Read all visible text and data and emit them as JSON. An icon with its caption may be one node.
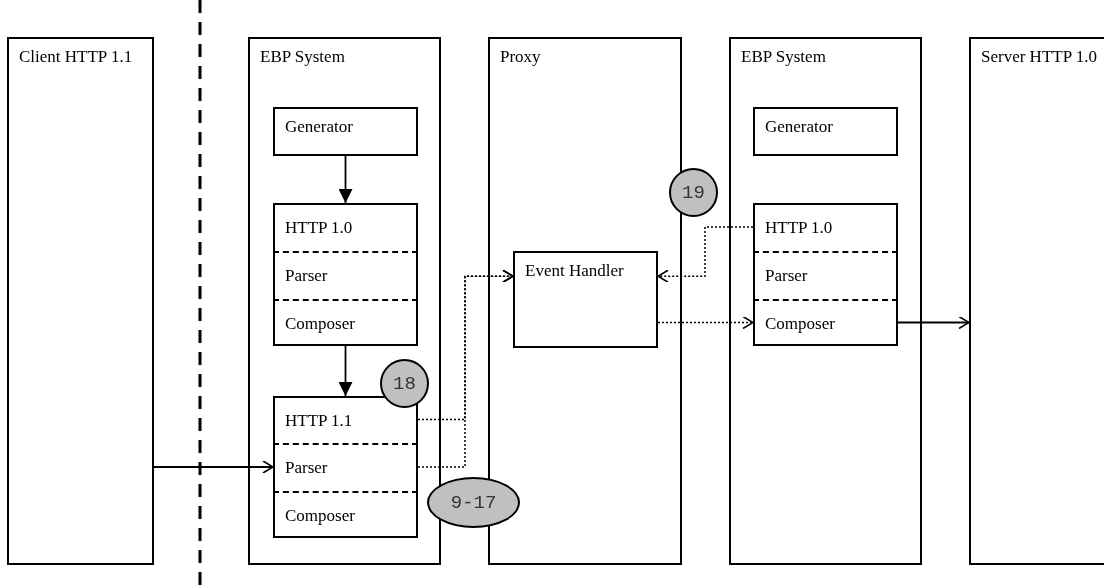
{
  "diagram": {
    "nodes": [
      {
        "text": [
          "Client HTTP 1.1"
        ]
      },
      {
        "text": [
          "EBP System"
        ]
      },
      {
        "text": [
          "Generator"
        ],
        "in": 1
      },
      {
        "text": [],
        "shape": "box",
        "in": 1
      },
      {
        "text": [
          "HTTP 1.0"
        ],
        "in": 3
      },
      {
        "text": [
          "Parser"
        ],
        "in": 3
      },
      {
        "text": [
          "Composer"
        ],
        "in": 3
      },
      {
        "text": [],
        "shape": "box",
        "in": 1
      },
      {
        "text": [
          "HTTP 1.1"
        ],
        "in": 7
      },
      {
        "text": [
          "Parser"
        ],
        "in": 7
      },
      {
        "text": [
          "Composer"
        ],
        "in": 7
      },
      {
        "text": [
          "Proxy"
        ]
      },
      {
        "text": [
          "Event Handler"
        ],
        "in": 11
      },
      {
        "text": [
          "EBP System"
        ]
      },
      {
        "text": [
          "Generator"
        ],
        "in": 13
      },
      {
        "text": [],
        "shape": "box",
        "in": 13
      },
      {
        "text": [
          "HTTP 1.0"
        ],
        "in": 15
      },
      {
        "text": [
          "Parser"
        ],
        "in": 15
      },
      {
        "text": [
          "Composer"
        ],
        "in": 15
      },
      {
        "text": [
          "Server HTTP 1.0"
        ]
      },
      {
        "text": [
          "18"
        ],
        "in": 1
      },
      {
        "text": [
          "19"
        ]
      },
      {
        "text": [
          "9-17"
        ]
      }
    ],
    "edges": [
      {
        "from": 2,
        "to": 4,
        "arrow": "to"
      },
      {
        "from": 6,
        "to": 8,
        "arrow": "to"
      },
      {
        "from": 0,
        "to": 9,
        "arrow": "to"
      },
      {
        "from": 8,
        "to": 12,
        "arrow": "to",
        "style": "dashed"
      },
      {
        "from": 9,
        "to": 12,
        "arrow": "to",
        "style": "dashed"
      },
      {
        "from": 16,
        "to": 12,
        "arrow": "to",
        "style": "dashed"
      },
      {
        "from": 12,
        "to": 18,
        "arrow": "to",
        "style": "dashed"
      },
      {
        "from": 18,
        "to": 19,
        "arrow": "to"
      }
    ]
  }
}
